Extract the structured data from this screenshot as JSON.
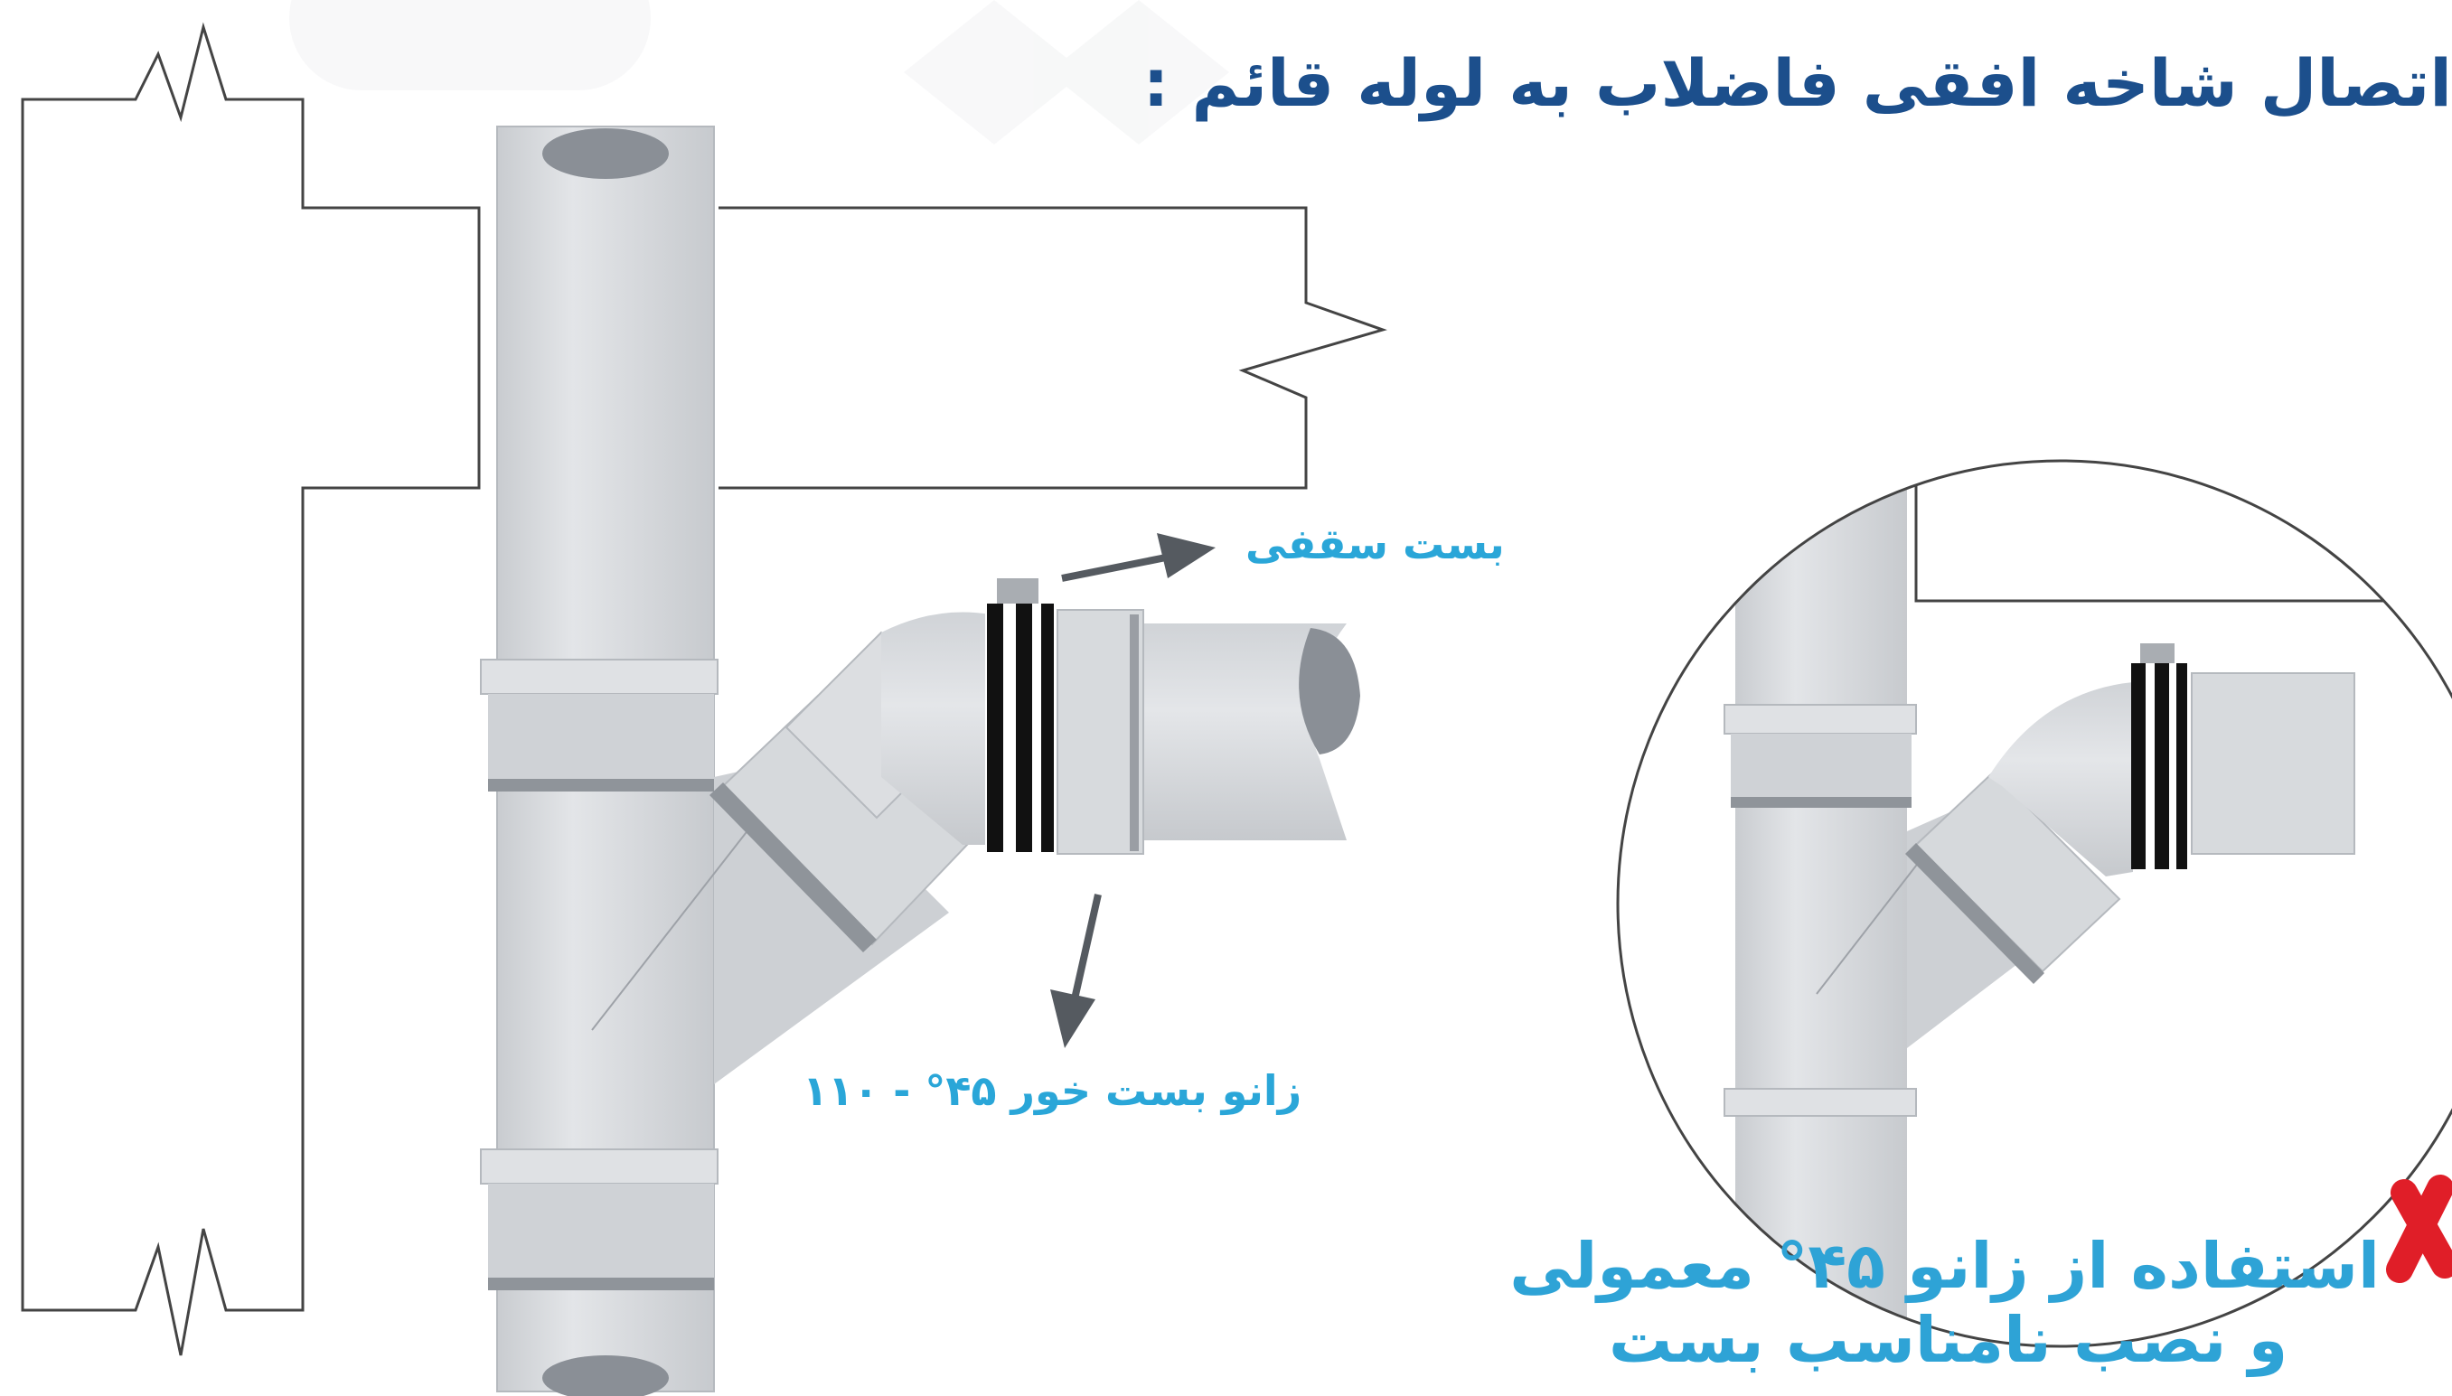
{
  "title": "اتصال شاخه افقی فاضلاب به لوله قائم :",
  "labels": {
    "ceiling_clamp": "بست سقفی",
    "elbow_spec": "زانو بست خور ۴۵° - ۱۱۰"
  },
  "warning": {
    "icon": "x-mark-icon",
    "line1": "استفاده از زانو ۴۵° معمولی",
    "line2": "و نصب نامناسب بست"
  },
  "colors": {
    "title_text": "#1c4f8c",
    "label_text": "#2aa6d8",
    "warning_text": "#2ea3d6",
    "warning_icon": "#e01e28",
    "pipe_fill": "#d9dbde",
    "pipe_shadow": "#aeb2b7",
    "pipe_band": "#8f949a",
    "opening": "#8a8f96",
    "outline": "#444444",
    "clamp_black": "#111111",
    "arrow": "#555a60"
  }
}
